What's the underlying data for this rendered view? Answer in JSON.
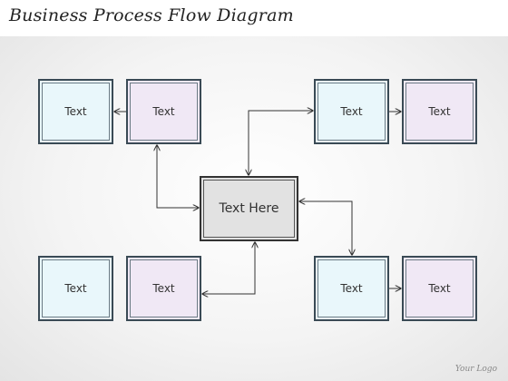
{
  "title": "Business Process Flow Diagram",
  "center_label": "Text Here",
  "boxes": {
    "top_left_outer": "Text",
    "top_left_inner": "Text",
    "top_right_inner": "Text",
    "top_right_outer": "Text",
    "bottom_left_outer": "Text",
    "bottom_left_inner": "Text",
    "bottom_right_inner": "Text",
    "bottom_right_outer": "Text"
  },
  "logo": "Your Logo",
  "colors": {
    "blue_fill": "#e9f7fb",
    "purple_fill": "#f0e8f5",
    "center_fill": "#e2e2e2",
    "border": "#3a4a55"
  }
}
